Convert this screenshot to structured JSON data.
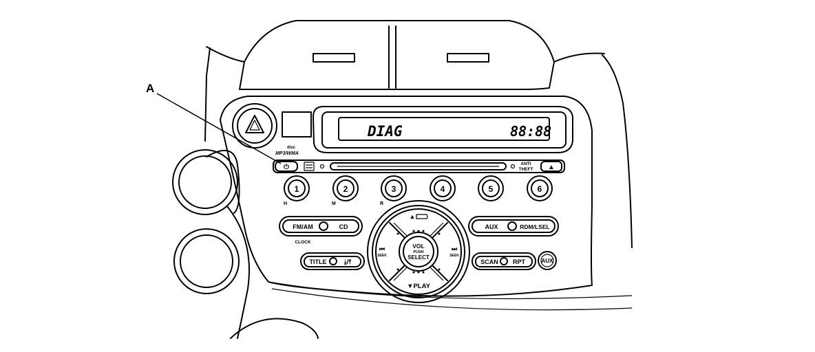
{
  "callout": {
    "label": "A"
  },
  "display": {
    "mode_text": "DIAG",
    "clock_text": "88:88"
  },
  "panel": {
    "power_button_symbol": "⏻",
    "media_label": "MP3/WMA",
    "media_label_top": "disc",
    "anti_theft_line1": "ANTI",
    "anti_theft_line2": "THEFT",
    "eject_symbol": "▲"
  },
  "presets": [
    {
      "label": "1",
      "sub": "H"
    },
    {
      "label": "2",
      "sub": "M"
    },
    {
      "label": "3",
      "sub": "R"
    },
    {
      "label": "4",
      "sub": ""
    },
    {
      "label": "5",
      "sub": ""
    },
    {
      "label": "6",
      "sub": ""
    }
  ],
  "left_controls": {
    "fm_am": "FM/AM",
    "cd": "CD",
    "clock": "CLOCK",
    "title": "TITLE",
    "folder": "⤓/⤒"
  },
  "right_controls": {
    "aux": "AUX",
    "rdm_lsel": "RDM/LSEL",
    "scan": "SCAN",
    "rpt": "RPT",
    "aux_jack": "AUX"
  },
  "knob": {
    "up_label": "▲",
    "down_label": "▼PLAY",
    "vol": "VOL",
    "push": "PUSH",
    "select": "SELECT",
    "seek_left": "SEEK",
    "seek_right": "SEEK",
    "seek_left_symbol": "⏮",
    "seek_right_symbol": "⏭"
  }
}
